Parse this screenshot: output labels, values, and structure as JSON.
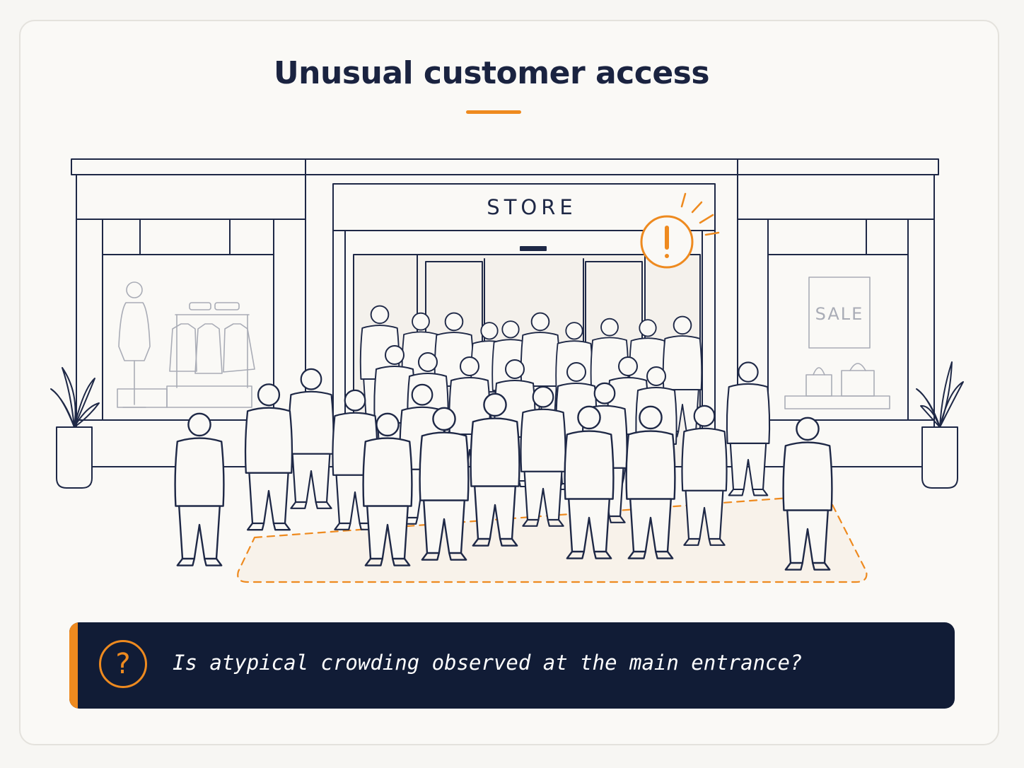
{
  "header": {
    "title": "Unusual customer access"
  },
  "scene": {
    "store_sign": "STORE",
    "window_sign": "SALE",
    "colors": {
      "line": "#1e2846",
      "accent": "#ee8a1f",
      "background": "#faf9f6"
    },
    "icons": [
      "alert-exclamation-icon",
      "mannequin-icon",
      "clothing-rack-icon",
      "shopping-bag-icon",
      "potted-plant-icon"
    ]
  },
  "question": {
    "text": "Is atypical crowding observed at the main entrance?",
    "icon": "question-mark-icon",
    "icon_glyph": "?"
  }
}
